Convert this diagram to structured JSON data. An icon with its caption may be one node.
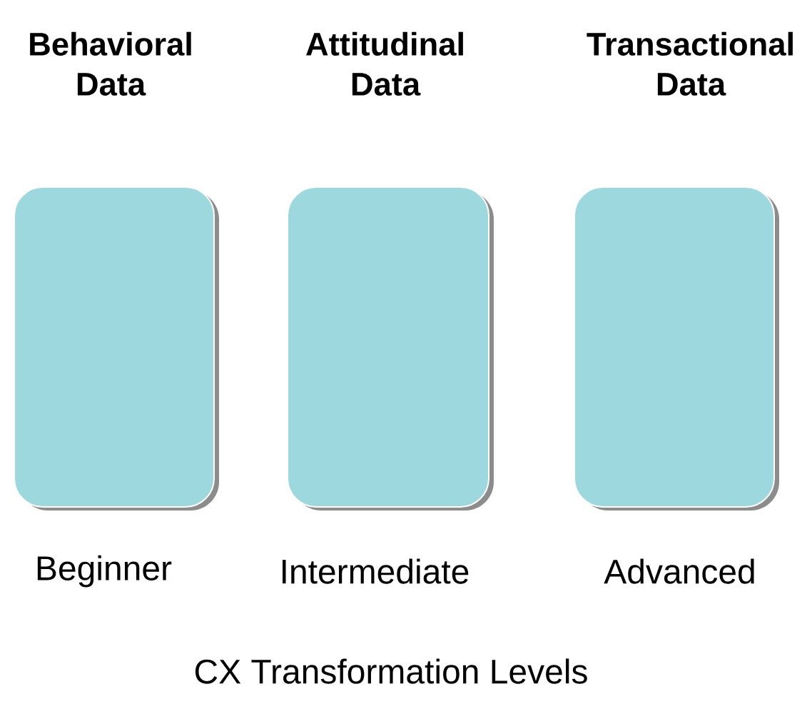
{
  "diagram": {
    "caption": "CX Transformation Levels",
    "nodes": [
      {
        "text": [
          "Behavioral Data"
        ],
        "beside": [
          "Beginner"
        ]
      },
      {
        "text": [
          "Attitudinal Data"
        ],
        "beside": [
          "Intermediate"
        ]
      },
      {
        "text": [
          "Transactional Data"
        ],
        "beside": [
          "Advanced"
        ]
      }
    ]
  }
}
